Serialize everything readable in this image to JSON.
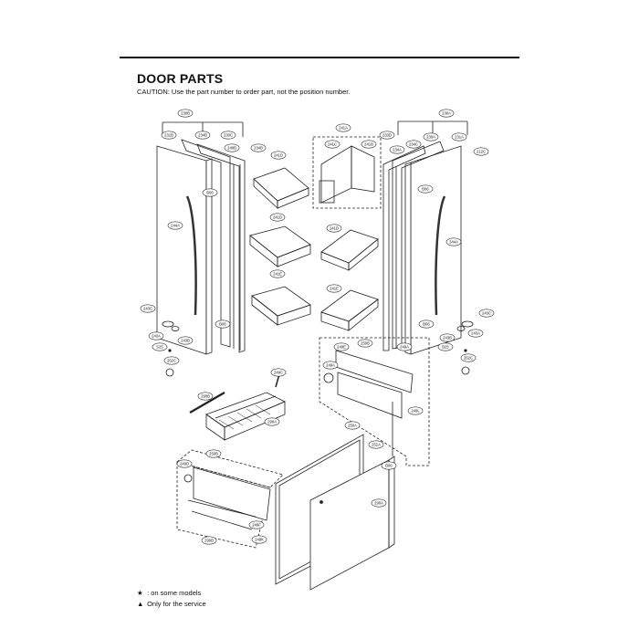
{
  "header": {
    "title": "DOOR PARTS",
    "caution": "CAUTION: Use the part number to order part, not the position number."
  },
  "legend": [
    {
      "symbol": "★",
      "text": ": on some models"
    },
    {
      "symbol": "▲",
      "text": "Only for the service"
    }
  ],
  "callouts": [
    "230B",
    "231B",
    "234B",
    "230C",
    "240B",
    "234B",
    "241D",
    "241A",
    "241C",
    "241B",
    "230A",
    "233D",
    "234A",
    "234C",
    "230A",
    "231A",
    "212C",
    "B06",
    "B06",
    "244A",
    "244A",
    "241D",
    "241D",
    "241E",
    "241E",
    "243C",
    "243A",
    "243B",
    "S25",
    "262C",
    "B06",
    "243C",
    "243A",
    "243B",
    "B25",
    "262C",
    "B06",
    "249A",
    "249E",
    "250B",
    "249A",
    "249L",
    "290B",
    "249C",
    "290A",
    "250A",
    "251A",
    "B06",
    "290A",
    "250B",
    "249D",
    "249F",
    "249K",
    "290B"
  ]
}
